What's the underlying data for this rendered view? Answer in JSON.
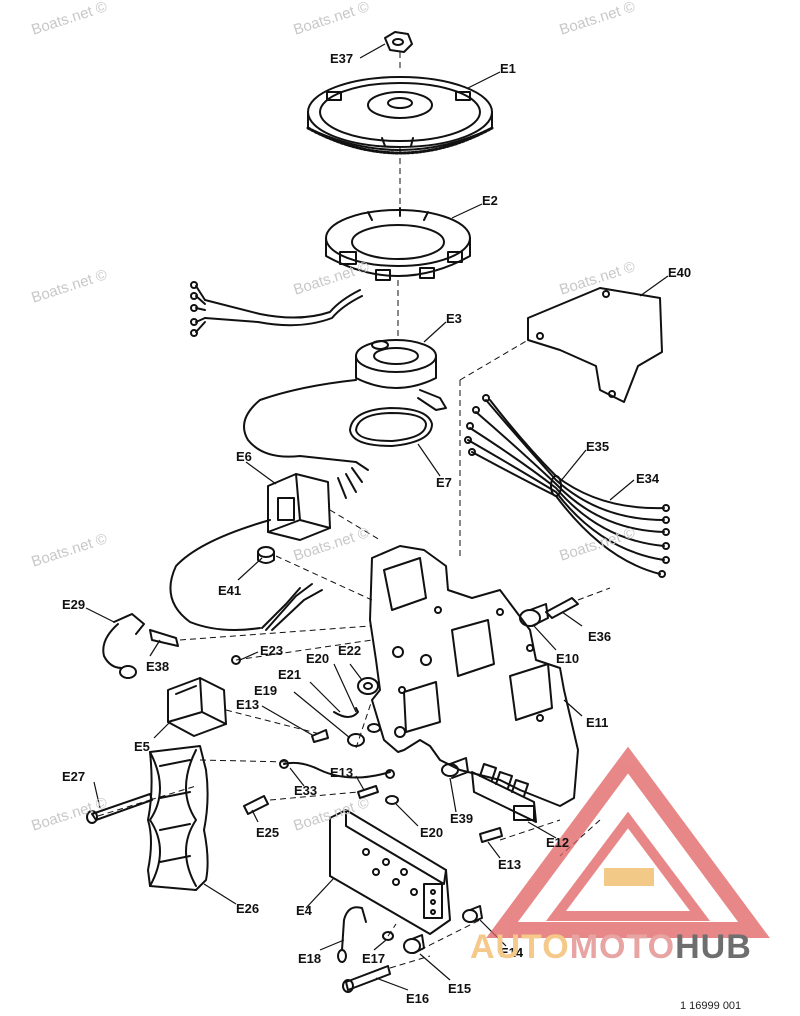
{
  "watermarks": [
    "Boats.net ©",
    "Boats.net ©",
    "Boats.net ©",
    "Boats.net ©",
    "Boats.net ©",
    "Boats.net ©",
    "Boats.net ©",
    "Boats.net ©",
    "Boats.net ©",
    "Boats.net ©",
    "Boats.net ©"
  ],
  "labels": {
    "E37": "E37",
    "E1": "E1",
    "E2": "E2",
    "E40": "E40",
    "E3": "E3",
    "E6": "E6",
    "E7": "E7",
    "E35": "E35",
    "E34": "E34",
    "E41": "E41",
    "E29": "E29",
    "E38": "E38",
    "E23": "E23",
    "E22": "E22",
    "E20a": "E20",
    "E21": "E21",
    "E19": "E19",
    "E13a": "E13",
    "E36": "E36",
    "E10": "E10",
    "E11": "E11",
    "E5": "E5",
    "E27": "E27",
    "E33": "E33",
    "E13b": "E13",
    "E25": "E25",
    "E20b": "E20",
    "E39": "E39",
    "E12": "E12",
    "E13c": "E13",
    "E26": "E26",
    "E4": "E4",
    "E18": "E18",
    "E17": "E17",
    "E14": "E14",
    "E15": "E15",
    "E16": "E16"
  },
  "brand": {
    "part1": "AUTO",
    "part2": "MOTO",
    "part3": "HUB"
  },
  "part_number": "1 16999 001",
  "colors": {
    "line": "#111111",
    "watermark": "#c8c8c8",
    "logo_red": "#e06060",
    "logo_orange": "#f0b860",
    "logo_gray": "#6e6e6e"
  }
}
